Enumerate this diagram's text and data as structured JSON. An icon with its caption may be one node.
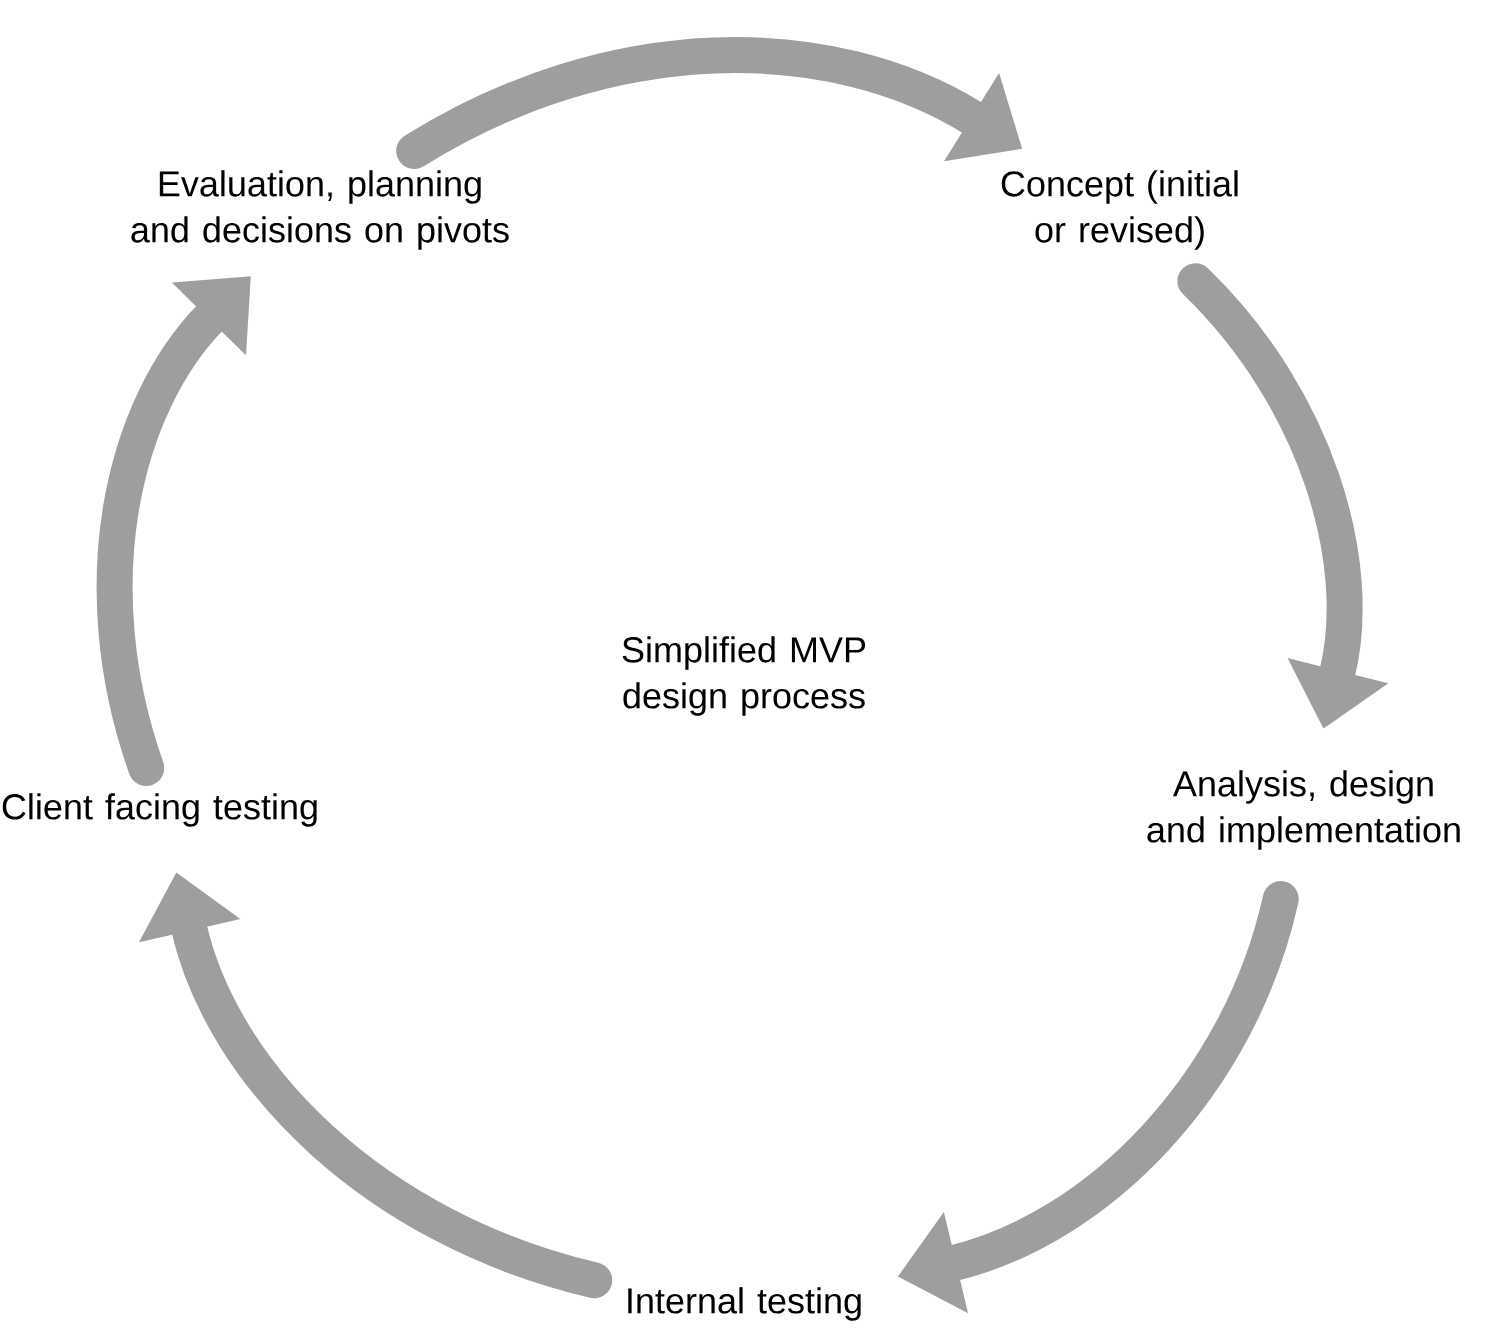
{
  "diagram": {
    "nodes": [
      {
        "text": [
          "Evaluation, planning and decisions on pivots"
        ]
      },
      {
        "text": [
          "Concept (initial or revised)"
        ]
      },
      {
        "text": [
          "Analysis, design and implementation"
        ]
      },
      {
        "text": [
          "Internal testing"
        ]
      },
      {
        "text": [
          "Client facing testing"
        ]
      }
    ],
    "edges": [
      {
        "from": 0,
        "to": 1,
        "arrow": "to"
      },
      {
        "from": 1,
        "to": 2,
        "arrow": "to"
      },
      {
        "from": 2,
        "to": 3,
        "arrow": "to"
      },
      {
        "from": 3,
        "to": 4,
        "arrow": "to"
      },
      {
        "from": 4,
        "to": 0,
        "arrow": "to"
      }
    ],
    "labels": [
      "Simplified MVP design process"
    ]
  }
}
